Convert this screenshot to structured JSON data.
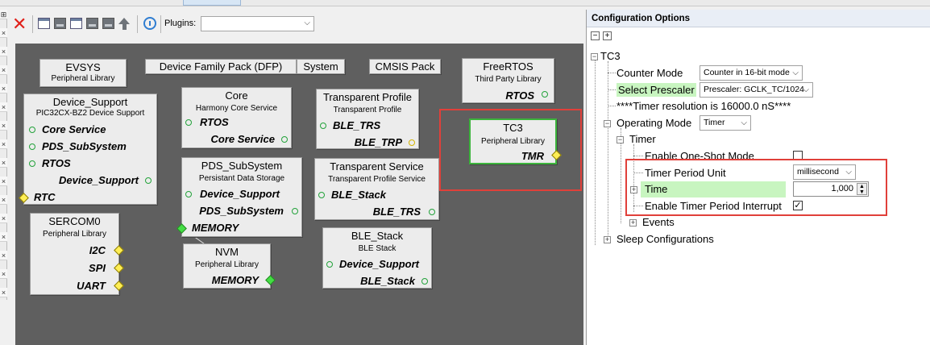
{
  "toolbar": {
    "plugins_label": "Plugins:",
    "plugins_value": ""
  },
  "canvas": {
    "nodes": {
      "evsys": {
        "title": "EVSYS",
        "subtitle": "Peripheral Library"
      },
      "dfp": {
        "title": "Device Family Pack (DFP)"
      },
      "system": {
        "title": "System"
      },
      "cmsis": {
        "title": "CMSIS Pack"
      },
      "freertos": {
        "title": "FreeRTOS",
        "subtitle": "Third Party Library",
        "port": "RTOS"
      },
      "device_support": {
        "title": "Device_Support",
        "subtitle": "PIC32CX-BZ2 Device Support",
        "ports": [
          "Core Service",
          "PDS_SubSystem",
          "RTOS",
          "Device_Support",
          "RTC"
        ]
      },
      "core": {
        "title": "Core",
        "subtitle": "Harmony Core Service",
        "ports": [
          "RTOS",
          "Core Service"
        ]
      },
      "transparent_profile": {
        "title": "Transparent Profile",
        "subtitle": "Transparent Profile",
        "ports": [
          "BLE_TRS",
          "BLE_TRP"
        ]
      },
      "tc3": {
        "title": "TC3",
        "subtitle": "Peripheral Library",
        "port": "TMR"
      },
      "pds": {
        "title": "PDS_SubSystem",
        "subtitle": "Persistant Data Storage",
        "ports": [
          "Device_Support",
          "PDS_SubSystem",
          "MEMORY"
        ]
      },
      "transparent_service": {
        "title": "Transparent Service",
        "subtitle": "Transparent Profile Service",
        "ports": [
          "BLE_Stack",
          "BLE_TRS"
        ]
      },
      "sercom0": {
        "title": "SERCOM0",
        "subtitle": "Peripheral Library",
        "ports": [
          "I2C",
          "SPI",
          "UART"
        ]
      },
      "nvm": {
        "title": "NVM",
        "subtitle": "Peripheral Library",
        "port": "MEMORY"
      },
      "ble_stack": {
        "title": "BLE_Stack",
        "subtitle": "BLE Stack",
        "ports": [
          "Device_Support",
          "BLE_Stack"
        ]
      }
    }
  },
  "config": {
    "title": "Configuration Options",
    "root": "TC3",
    "counter_mode_label": "Counter Mode",
    "counter_mode_value": "Counter in 16-bit mode",
    "prescaler_label": "Select Prescaler",
    "prescaler_value": "Prescaler: GCLK_TC/1024",
    "resolution": "****Timer resolution is 16000.0 nS****",
    "operating_mode_label": "Operating Mode",
    "operating_mode_value": "Timer",
    "timer_group": "Timer",
    "one_shot_label": "Enable One-Shot Mode",
    "period_unit_label": "Timer Period Unit",
    "period_unit_value": "millisecond",
    "time_label": "Time",
    "time_value": "1,000",
    "interrupt_label": "Enable Timer Period Interrupt",
    "events_label": "Events",
    "sleep_label": "Sleep Configurations"
  }
}
